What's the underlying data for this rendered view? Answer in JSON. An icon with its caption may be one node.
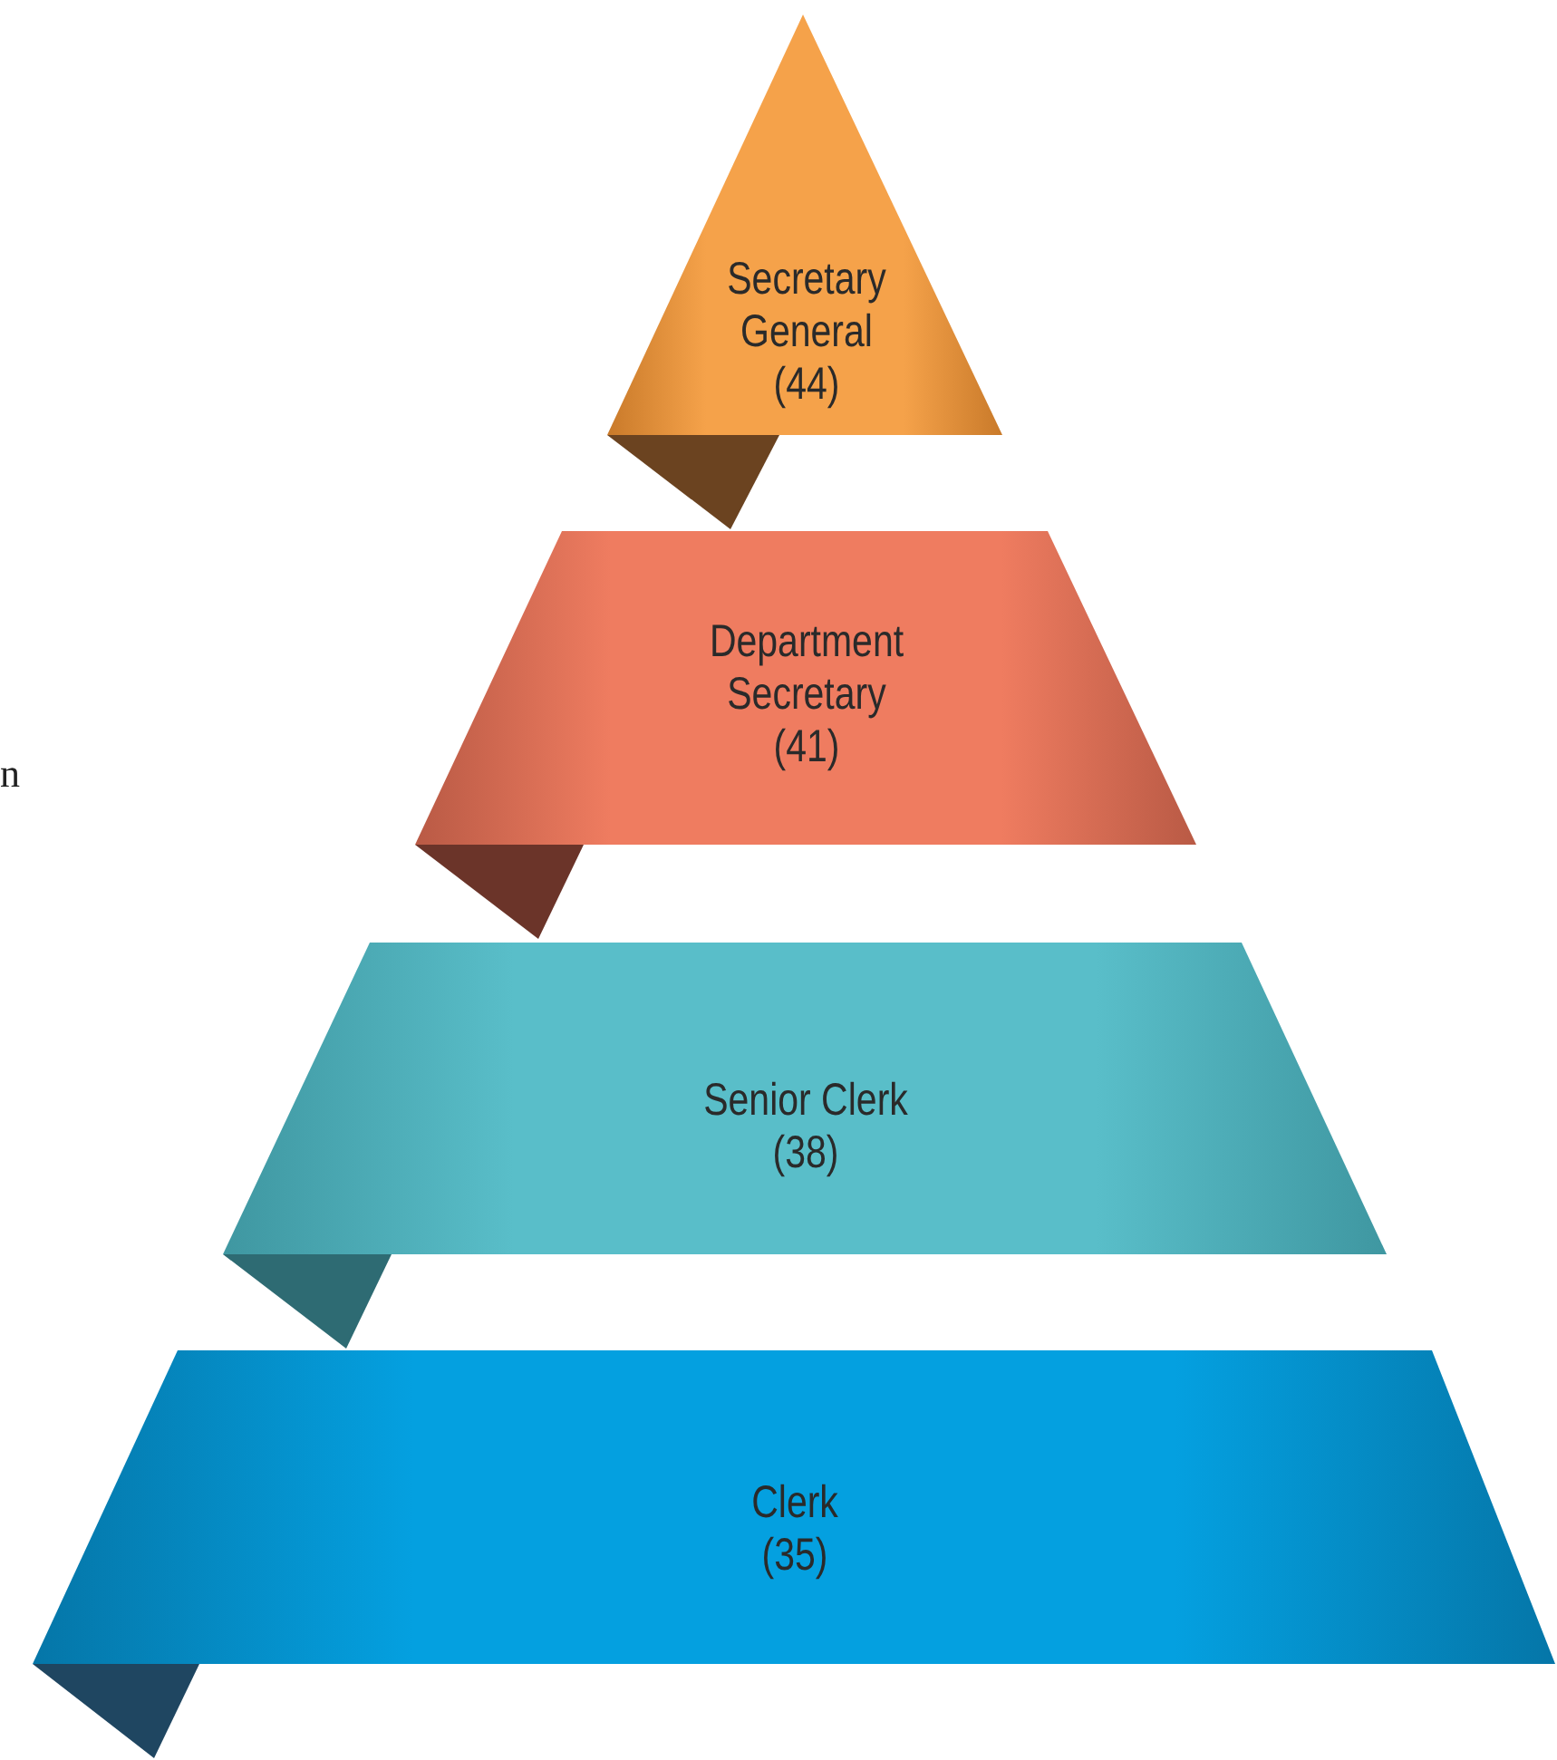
{
  "diagram": {
    "nodes": [
      {
        "text": [
          "Secretary General",
          "(44)"
        ]
      },
      {
        "text": [
          "Department Secretary",
          "(41)"
        ]
      },
      {
        "text": [
          "Senior Clerk",
          "(38)"
        ]
      },
      {
        "text": [
          "Clerk",
          "(35)"
        ]
      }
    ],
    "labels": [
      "n"
    ]
  }
}
